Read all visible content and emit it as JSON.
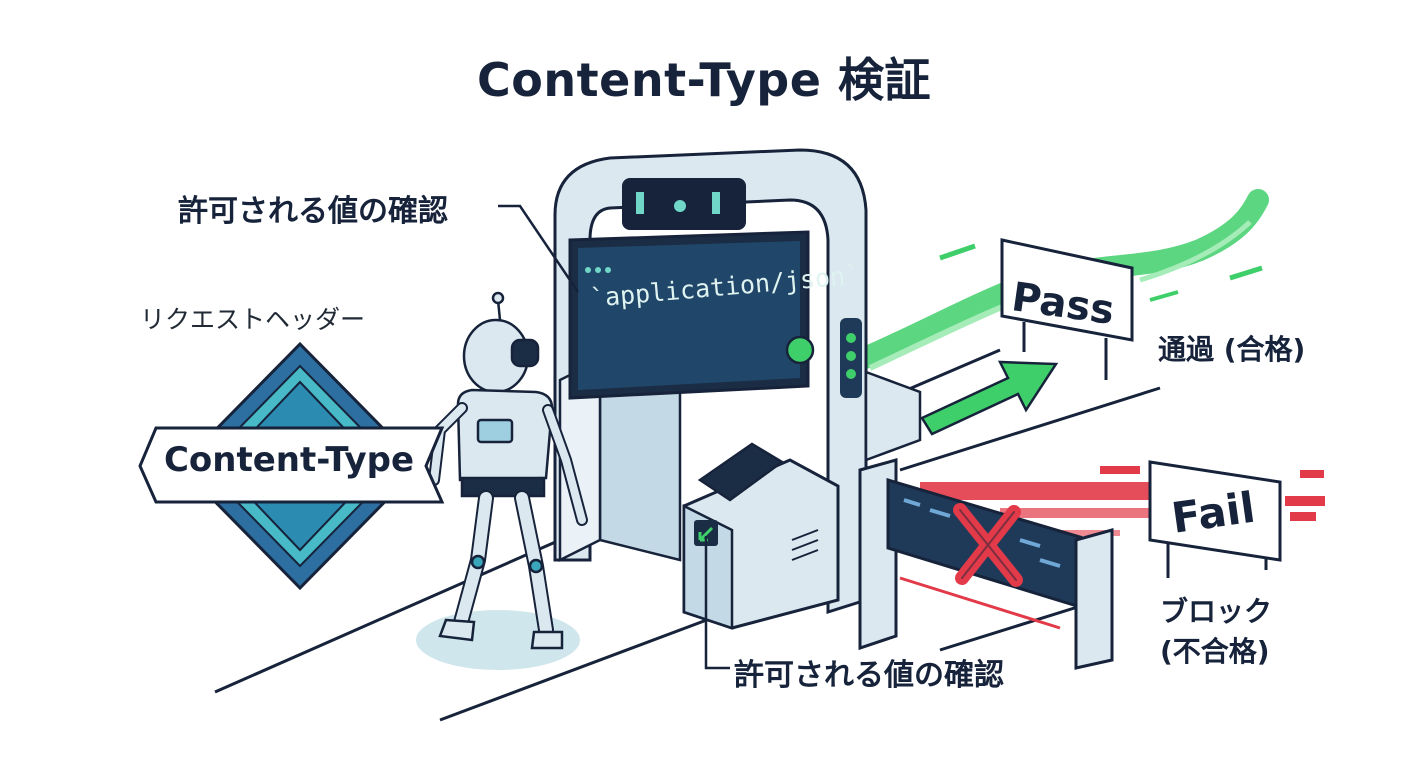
{
  "title": "Content-Type 検証",
  "labels": {
    "allowed_values_top": "許可される値の確認",
    "allowed_values_bottom": "許可される値の確認",
    "request_header": "リクエストヘッダー",
    "pass_caption": "通過 (合格)",
    "fail_caption_line1": "ブロック",
    "fail_caption_line2": "(不合格)"
  },
  "header_badge": {
    "text": "Content-Type"
  },
  "gate_screen": {
    "text": "`application/json`"
  },
  "signs": {
    "pass": "Pass",
    "fail": "Fail"
  },
  "colors": {
    "pass": "#3fcf6a",
    "fail": "#e23a48",
    "ink": "#16233a",
    "badge": "#2c8bb0",
    "gate": "#dce8f0"
  }
}
